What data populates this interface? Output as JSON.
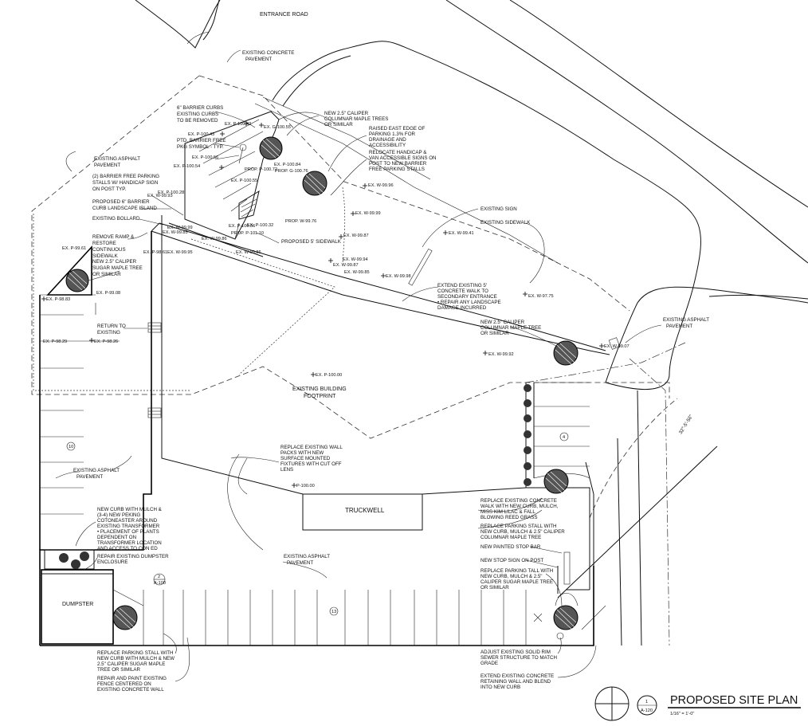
{
  "labels": {
    "entrance_road": "ENTRANCE ROAD",
    "existing_concrete_pavement": [
      "EXISTING CONCRETE",
      "PAVEMENT"
    ],
    "existing_asphalt_pavement_nw": [
      "EXISTING ASPHALT",
      "PAVEMENT"
    ],
    "existing_asphalt_pavement_e": [
      "EXISTING ASPHALT",
      "PAVEMENT"
    ],
    "existing_asphalt_pavement_w": [
      "EXISTING ASPHALT",
      "PAVEMENT"
    ],
    "existing_asphalt_pavement_s": [
      "EXISTING ASPHALT",
      "PAVEMENT"
    ],
    "barrier_curbs": [
      "6\" BARRIER CURBS",
      "EXISTING CURBS",
      "TO BE REMOVED"
    ],
    "ptd_barrier_free": [
      "PTD. BARRIER FREE",
      "PKG SYMBOL - TYP."
    ],
    "barrier_free_stalls": [
      "(2) BARRIER FREE PARKING",
      "STALLS W/ HANDICAP SIGN",
      "ON POST TYP."
    ],
    "proposed_barrier_curb": [
      "PROPOSED 6\" BARRIER",
      "CURB LANDSCAPE ISLAND"
    ],
    "existing_bollard": "EXISTING BOLLARD",
    "remove_ramp": [
      "REMOVE RAMP &",
      "RESTORE",
      "CONTINUOUS",
      "SIDEWALK"
    ],
    "new_sugar_maple": [
      "NEW 2.5\" CALIPER",
      "SUGAR MAPLE TREE",
      "OR SIMILAR"
    ],
    "return_to_existing": [
      "RETURN TO",
      "EXISTING"
    ],
    "new_columnar_maple_top": [
      "NEW 2.5\" CALIPER",
      "COLUMNAR MAPLE TREES",
      "OR SIMILAR"
    ],
    "raised_east_edge": [
      "RAISED EAST EDGE OF",
      "PARKING 1.3% FOR",
      "DRAINAGE AND",
      "ACCESSIBILITY"
    ],
    "relocate_handicap": [
      "RELOCATE HANDICAP &",
      "VAN ACCESSIBLE SIGNS ON",
      "POST TO NEW BARRIER",
      "FREE PARKING STALLS"
    ],
    "proposed_sidewalk": "PROPOSED 5' SIDEWALK",
    "existing_sign": "EXISTING SIGN",
    "existing_sidewalk": "EXISTING SIDEWALK",
    "extend_walk": [
      "EXTEND EXISTING 5'",
      "CONCRETE WALK TO",
      "SECONDARY ENTRANCE",
      "• REPAIR ANY LANDSCAPE",
      "DAMAGE INCURRED"
    ],
    "new_columnar_maple_mid": [
      "NEW 2.5\" CALIPER",
      "COLUMNAR MAPLE TREE",
      "OR SIMILAR"
    ],
    "building_footprint": [
      "EXISTING BUILDING",
      "FOOTPRINT"
    ],
    "replace_wall_packs": [
      "REPLACE EXISTING WALL",
      "PACKS WITH NEW",
      "SURFACE MOUNTED",
      "FIXTURES WITH CUT OFF",
      "LENS"
    ],
    "truckwell": "TRUCKWELL",
    "new_curb_transformer": [
      "NEW CURB WITH MULCH &",
      "(3-4) NEW PEKING",
      "COTONEASTER AROUND",
      "EXISTING TRANSFORMER",
      "• PLACEMENT OF PLANTS",
      "DEPENDENT ON",
      "TRANSFORMER LOCATION",
      "AND ACCESS TO CON ED"
    ],
    "repair_dumpster": [
      "REPAIR EXISTING DUMPSTER",
      "ENCLOSURE"
    ],
    "dumpster": "DUMPSTER",
    "replace_stall_sw": [
      "REPLACE PARKING STALL WITH",
      "NEW CURB WITH MULCH & NEW",
      "2.5\" CALIPER SUGAR MAPLE",
      "TREE OR SIMILAR"
    ],
    "repair_fence": [
      "REPAIR AND PAINT EXISTING",
      "FENCE CENTERED ON",
      "EXISTING CONCRETE WALL"
    ],
    "replace_concrete_walk": [
      "REPLACE EXISTING CONCRETE",
      "WALK WITH NEW CURB, MULCH,",
      "MISS KIM LILAC & FALL",
      "BLOWING REED GRASS"
    ],
    "replace_stall_columnar": [
      "REPLACE PARKING STALL WITH",
      "NEW CURB, MULCH & 2.5\" CALIPER",
      "COLUMNAR MAPLE TREE"
    ],
    "new_stop_bar": "NEW PAINTED STOP BAR",
    "new_stop_sign": "NEW STOP SIGN ON POST",
    "replace_stall_sugar": [
      "REPLACE PARKING TALL WITH",
      "NEW CURB, MULCH & 2.5\"",
      "CALIPER SUGAR MAPLE TREE",
      "OR SIMILAR"
    ],
    "adjust_sewer": [
      "ADJUST EXISTING SOLID RIM",
      "SEWER STRUCTURE TO MATCH",
      "GRADE"
    ],
    "extend_retaining": [
      "EXTEND EXISTING CONCRETE",
      "RETAINING WALL AND BLEND",
      "INTO NEW CURB"
    ],
    "bearing": "32°-5'-56\""
  },
  "stall_counts": {
    "west": "10",
    "south": "13",
    "east": "4"
  },
  "section_marker": {
    "number": "2",
    "sheet": "A-100"
  },
  "title_block": {
    "title": "PROPOSED SITE PLAN",
    "scale": "1/16\" = 1'-0\"",
    "number": "1",
    "sheet": "A-120"
  },
  "elevations": [
    "EX. P-100.42",
    "EX. G-100.55",
    "EX. P-100.43",
    "EX. P-100.56",
    "EX. P-100.54",
    "PROP. P-100.72",
    "EX. P-100.84",
    "PROP. G-100.76",
    "EX. P-100.55",
    "EX. P-100.28",
    "EX. W-99.96",
    "EX. W-99.99",
    "PROP. W-99.76",
    "EX. W-99.87",
    "EX. P-100.32",
    "EX. W-99.99",
    "EX. W-99.85",
    "EX. W-99.86",
    "EX. P-100.56",
    "PROP. P-101.10",
    "EX. W-99.95",
    "EX. P-99.61",
    "EX. W-99.94",
    "EX. W-99.87",
    "EX. W-99.85",
    "EX. W-99.98",
    "EX. W-99.86",
    "EX. P-99.08",
    "EX. P-98.83",
    "EX. P-98.29",
    "EX. P-98.26",
    "EX. W-99.93",
    "EX. W-97.75",
    "EX. W-99.41",
    "EX. W-99.92",
    "EX. W-99.07",
    "EX. P-100.00",
    "P-100.00",
    "EX. P-98.61"
  ]
}
